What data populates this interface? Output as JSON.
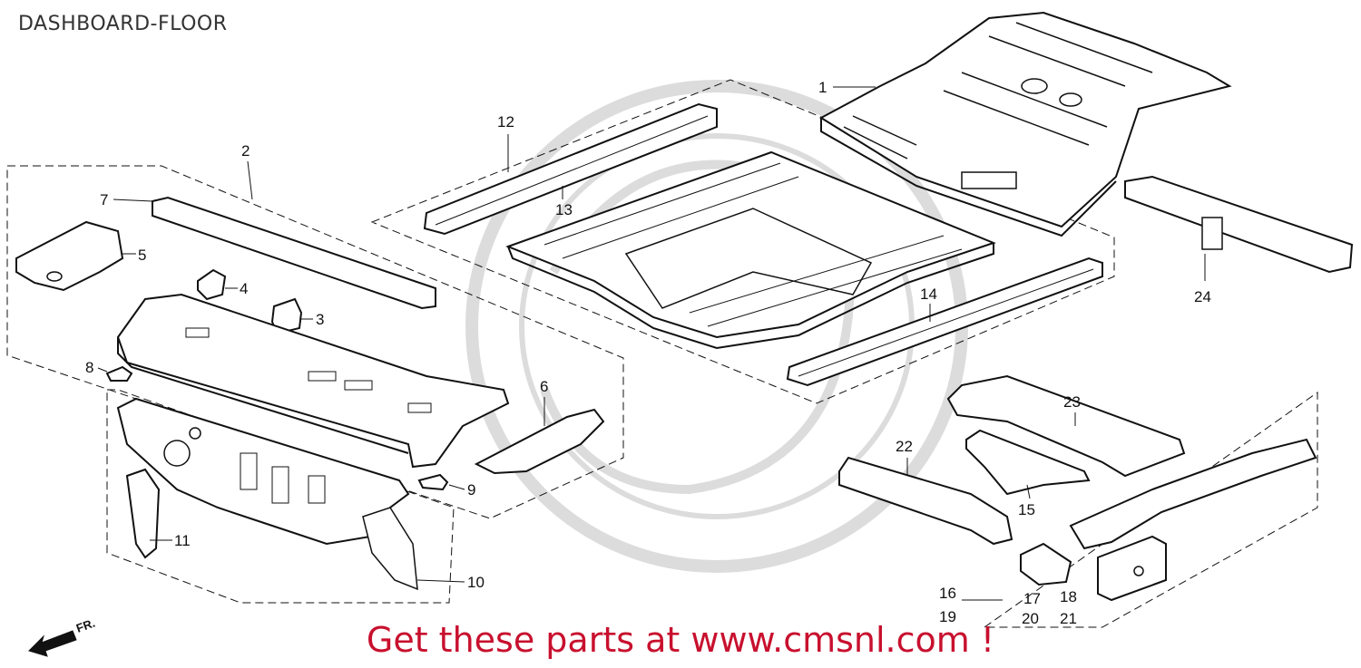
{
  "header": {
    "title": "DASHBOARD-FLOOR"
  },
  "footer": {
    "promo": "Get these parts at www.cmsnl.com !"
  },
  "direction_marker": {
    "label": "FR.",
    "icon": "front-arrow-icon"
  },
  "callouts": [
    {
      "id": "1",
      "label": "1"
    },
    {
      "id": "2",
      "label": "2"
    },
    {
      "id": "3",
      "label": "3"
    },
    {
      "id": "4",
      "label": "4"
    },
    {
      "id": "5",
      "label": "5"
    },
    {
      "id": "6",
      "label": "6"
    },
    {
      "id": "7",
      "label": "7"
    },
    {
      "id": "8",
      "label": "8"
    },
    {
      "id": "9",
      "label": "9"
    },
    {
      "id": "10",
      "label": "10"
    },
    {
      "id": "11",
      "label": "11"
    },
    {
      "id": "12",
      "label": "12"
    },
    {
      "id": "13",
      "label": "13"
    },
    {
      "id": "14",
      "label": "14"
    },
    {
      "id": "15",
      "label": "15"
    },
    {
      "id": "16",
      "label": "16"
    },
    {
      "id": "17",
      "label": "17"
    },
    {
      "id": "18",
      "label": "18"
    },
    {
      "id": "19",
      "label": "19"
    },
    {
      "id": "20",
      "label": "20"
    },
    {
      "id": "21",
      "label": "21"
    },
    {
      "id": "22",
      "label": "22"
    },
    {
      "id": "23",
      "label": "23"
    },
    {
      "id": "24",
      "label": "24"
    }
  ],
  "colors": {
    "line": "#111111",
    "watermark": "#d9d9d9",
    "promo": "#c8102e"
  }
}
